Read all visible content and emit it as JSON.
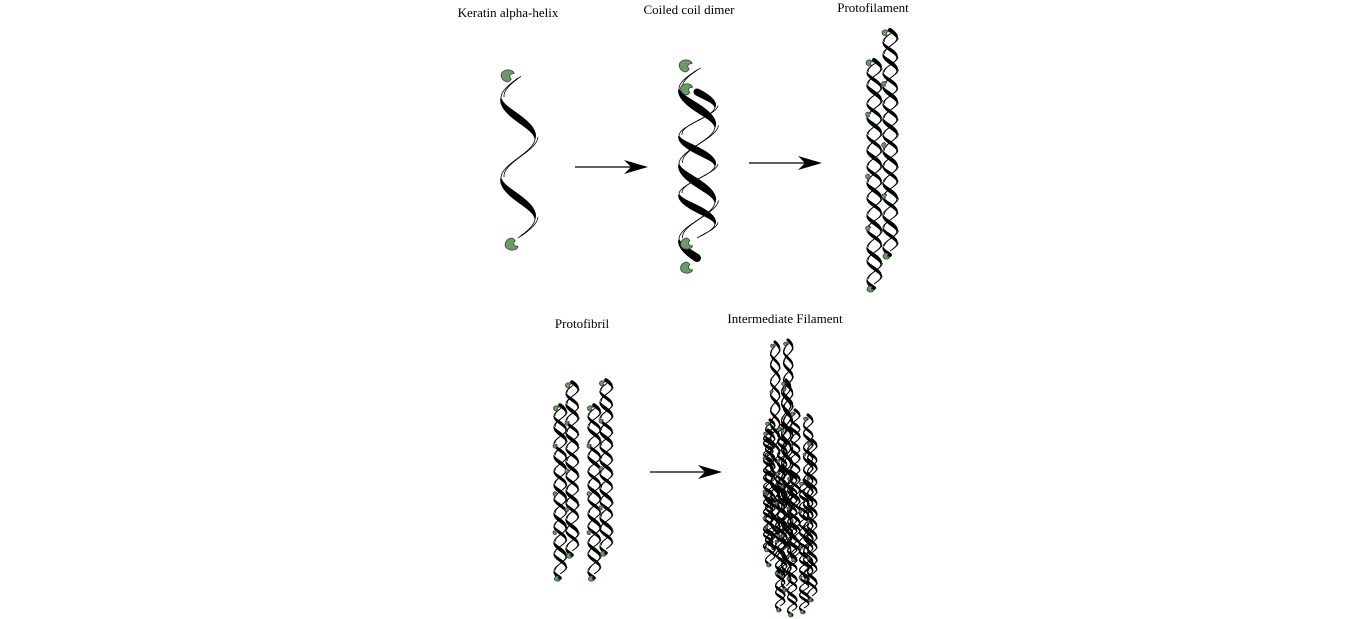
{
  "labels": {
    "alpha_helix": "Keratin alpha-helix",
    "coiled_coil": "Coiled coil dimer",
    "protofilament": "Protofilament",
    "protofibril": "Protofibril",
    "intermediate_filament": "Intermediate Filament"
  },
  "colors": {
    "ribbon": "#000000",
    "terminal": "#6e9a68",
    "terminal_outline": "#2e4a2e",
    "arrow": "#000000"
  }
}
